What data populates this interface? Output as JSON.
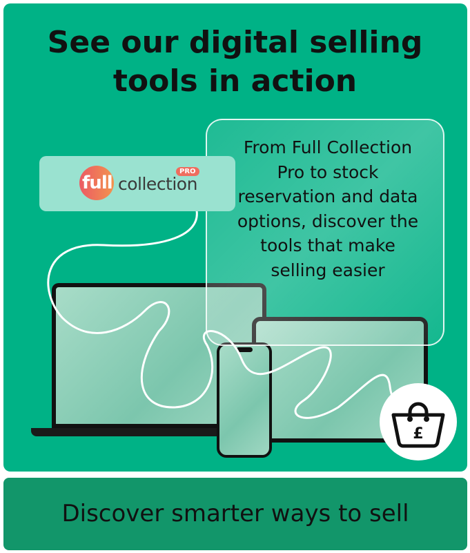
{
  "headline": [
    "See our digital selling",
    "tools in action"
  ],
  "description": "From Full Collection Pro to stock reservation and data options, discover the tools that make selling easier",
  "logo": {
    "full": "full",
    "collection": "collection",
    "badge": "PRO"
  },
  "cta": {
    "label": "Discover smarter ways to sell"
  },
  "icons": {
    "basket": "shopping-basket-pound-icon"
  },
  "colors": {
    "panel": "#00b286",
    "cta": "#12966a",
    "logo_bg": "#9ae2d0"
  }
}
